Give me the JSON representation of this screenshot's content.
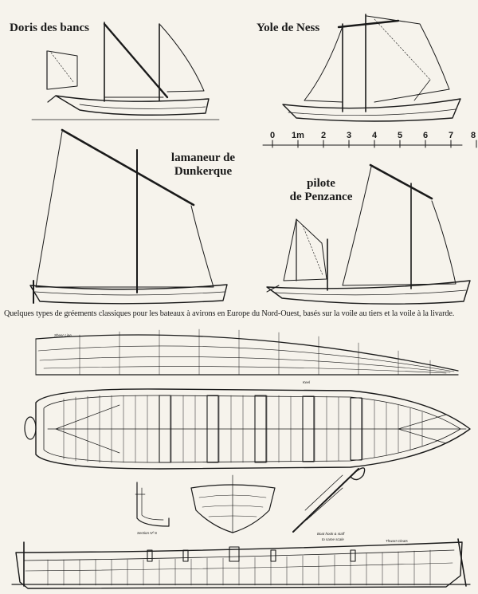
{
  "labels": {
    "doris": "Doris des bancs",
    "yole": "Yole de Ness",
    "lamaneur_1": "lamaneur de",
    "lamaneur_2": "Dunkerque",
    "pilote_1": "pilote",
    "pilote_2": "de Penzance"
  },
  "scale": {
    "ticks": [
      "0",
      "1m",
      "2",
      "3",
      "4",
      "5",
      "6",
      "7",
      "8"
    ]
  },
  "caption": "Quelques types de gréements classiques pour les bateaux à avirons en Europe du Nord-Ouest, basés sur la voile au tiers et la voile à la livarde.",
  "drawing_notes": {
    "plan_label": "Sheer Line",
    "plan_label_2": "Keel",
    "section_label": "Section Nº 6",
    "detail_label_1": "Boat hook & staff",
    "detail_label_2": "to same scale",
    "profile_label": "Thwart Cleats"
  },
  "colors": {
    "ink": "#1a1a1a",
    "paper": "#f6f3ec"
  }
}
